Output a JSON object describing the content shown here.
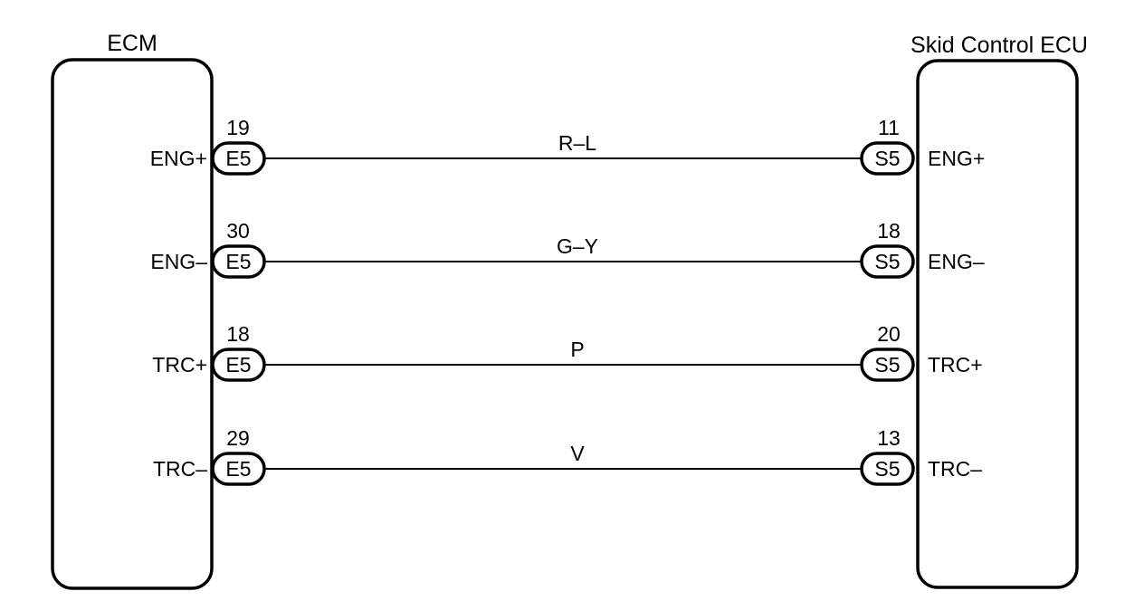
{
  "left_unit": {
    "name": "ECM",
    "connector": "E5"
  },
  "right_unit": {
    "name": "Skid Control ECU",
    "connector": "S5"
  },
  "circuits": [
    {
      "left_signal": "ENG+",
      "left_pin": "19",
      "wire": "R–L",
      "right_pin": "11",
      "right_signal": "ENG+"
    },
    {
      "left_signal": "ENG–",
      "left_pin": "30",
      "wire": "G–Y",
      "right_pin": "18",
      "right_signal": "ENG–"
    },
    {
      "left_signal": "TRC+",
      "left_pin": "18",
      "wire": "P",
      "right_pin": "20",
      "right_signal": "TRC+"
    },
    {
      "left_signal": "TRC–",
      "left_pin": "29",
      "wire": "V",
      "right_pin": "13",
      "right_signal": "TRC–"
    }
  ]
}
